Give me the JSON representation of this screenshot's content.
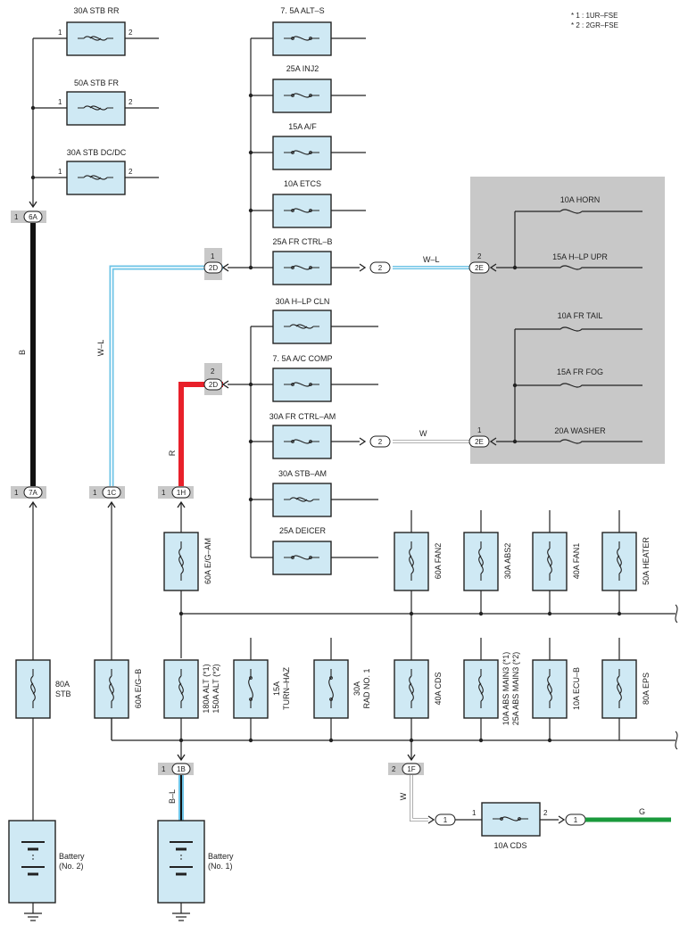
{
  "legend": [
    "* 1 : 1UR–FSE",
    "* 2 : 2GR–FSE"
  ],
  "colors": {
    "fuse_fill": "#cfe9f4",
    "wire_black": "#111111",
    "wire_red": "#e8202a",
    "wire_blue": "#6cc3e6",
    "wire_green": "#1a9a3c",
    "relay_block": "#c8c8c8"
  },
  "fuses_top_left": [
    {
      "label": "30A STB RR",
      "pin_left": "1",
      "pin_right": "2"
    },
    {
      "label": "50A STB FR",
      "pin_left": "1",
      "pin_right": "2"
    },
    {
      "label": "30A STB DC/DC",
      "pin_left": "1",
      "pin_right": "2"
    }
  ],
  "fuses_center_a": [
    "7. 5A ALT–S",
    "25A INJ2",
    "15A A/F",
    "10A ETCS",
    "25A FR CTRL–B"
  ],
  "fuses_center_b": [
    "30A H–LP CLN",
    "7. 5A A/C COMP",
    "30A FR CTRL–AM",
    "30A STB–AM",
    "25A DEICER"
  ],
  "relay_fuses": [
    "10A HORN",
    "15A H–LP UPR",
    "10A FR TAIL",
    "15A FR FOG",
    "20A WASHER"
  ],
  "fuses_mid_row": [
    "60A E/G–AM",
    "60A FAN2",
    "30A ABS2",
    "40A FAN1",
    "50A HEATER"
  ],
  "fuses_bottom_row": [
    {
      "lines": [
        "80A",
        "STB"
      ]
    },
    {
      "lines": [
        "60A E/G–B"
      ]
    },
    {
      "lines": [
        "180A ALT (*1)",
        "150A ALT (*2)"
      ]
    },
    {
      "lines": [
        "15A",
        "TURN–HAZ"
      ]
    },
    {
      "lines": [
        "30A",
        "RAD NO. 1"
      ]
    },
    {
      "lines": [
        "40A CDS"
      ]
    },
    {
      "lines": [
        "10A ABS MAIN3 (*1)",
        "25A ABS MAIN3 (*2)"
      ]
    },
    {
      "lines": [
        "10A ECU–B"
      ]
    },
    {
      "lines": [
        "80A EPS"
      ]
    }
  ],
  "connectors": {
    "c6A": {
      "id": "6A",
      "pin": "1"
    },
    "c7A": {
      "id": "7A",
      "pin": "1"
    },
    "c1C": {
      "id": "1C",
      "pin": "1"
    },
    "c1H": {
      "id": "1H",
      "pin": "1"
    },
    "c2D_top": {
      "id": "2D",
      "pin": "1"
    },
    "c2D_bottom": {
      "id": "2D",
      "pin": "2"
    },
    "c2E_top": {
      "id": "2E",
      "pin": "2"
    },
    "c2E_bottom": {
      "id": "2E",
      "pin": "1"
    },
    "c1B": {
      "id": "1B",
      "pin": "1"
    },
    "c1F": {
      "id": "1F",
      "pin": "2"
    },
    "j2_top": "2",
    "j2_bottom": "2",
    "j1_left": "1",
    "j1_right": "1"
  },
  "wire_colors": {
    "black_main": "B",
    "blue_left": "W–L",
    "red": "R",
    "blue_to_relay": "W–L",
    "white_to_relay": "W",
    "battery1": "B–L",
    "white_cds": "W",
    "green": "G"
  },
  "cds_fuse": {
    "label": "10A CDS",
    "pin_left": "1",
    "pin_right": "2"
  },
  "batteries": [
    {
      "lines": [
        "Battery",
        "(No. 2)"
      ]
    },
    {
      "lines": [
        "Battery",
        "(No. 1)"
      ]
    }
  ]
}
